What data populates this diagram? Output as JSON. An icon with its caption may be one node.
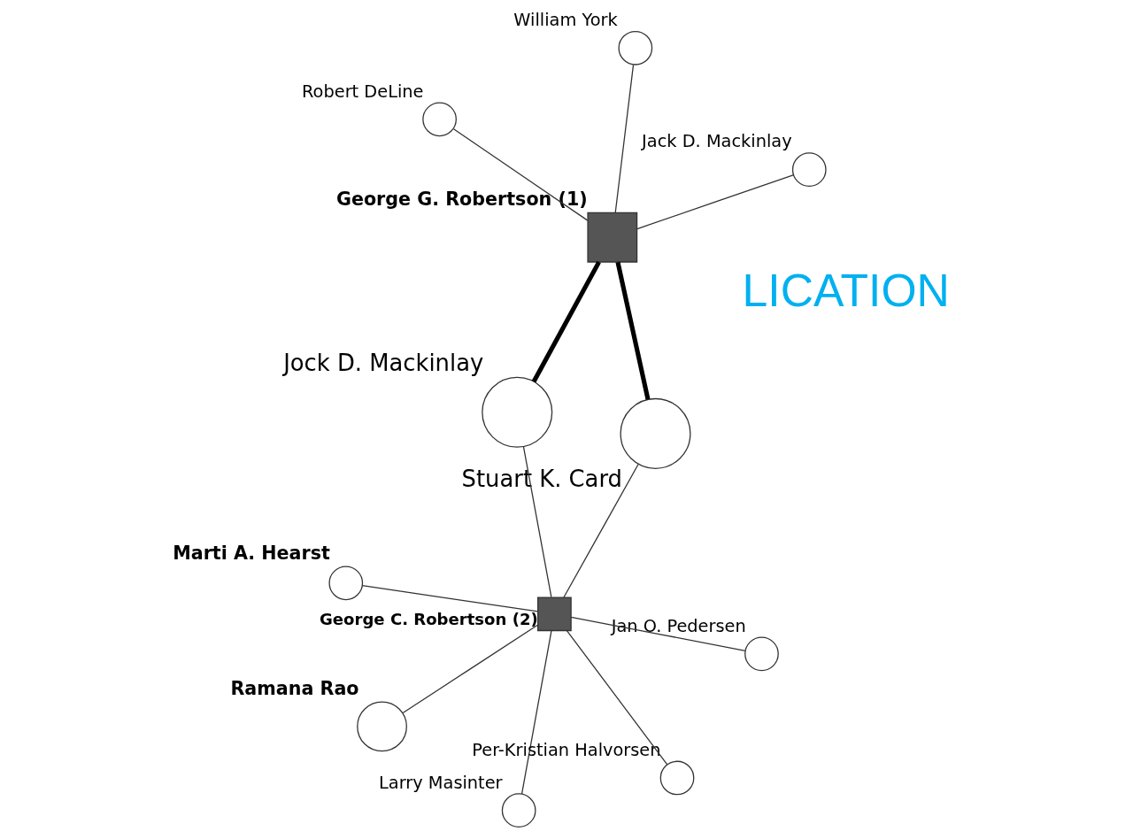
{
  "diagram": {
    "nodes": [
      {
        "text": [
          "George G. Robertson (1)"
        ]
      },
      {
        "text": [
          "Stuart K. Card"
        ]
      },
      {
        "text": [
          "Jock D. Mackinlay"
        ]
      },
      {
        "text": [
          "George C. Robertson (2)"
        ]
      },
      {
        "text": [
          "Jack D. Mackinlay"
        ]
      },
      {
        "text": [
          "Robert DeLine"
        ]
      },
      {
        "text": [
          "William York"
        ]
      },
      {
        "text": [
          "Larry Masinter"
        ]
      },
      {
        "text": [
          "Marti A. Hearst"
        ]
      },
      {
        "text": [
          "Jan O. Pedersen"
        ]
      },
      {
        "text": [
          "Per-Kristian Halvorsen"
        ]
      },
      {
        "text": [
          "Ramana Rao"
        ]
      }
    ],
    "edges": [
      {
        "from": 0,
        "to": 4,
        "arrow": "none"
      },
      {
        "from": 0,
        "to": 5,
        "arrow": "none"
      },
      {
        "from": 0,
        "to": 6,
        "arrow": "none"
      },
      {
        "from": 0,
        "to": 1,
        "arrow": "none",
        "style": "thick"
      },
      {
        "from": 0,
        "to": 2,
        "arrow": "none",
        "style": "thick"
      },
      {
        "from": 1,
        "to": 3,
        "arrow": "none"
      },
      {
        "from": 2,
        "to": 3,
        "arrow": "none"
      },
      {
        "from": 3,
        "to": 7,
        "arrow": "none"
      },
      {
        "from": 3,
        "to": 8,
        "arrow": "none"
      },
      {
        "from": 3,
        "to": 9,
        "arrow": "none"
      },
      {
        "from": 3,
        "to": 10,
        "arrow": "none"
      },
      {
        "from": 3,
        "to": 11,
        "arrow": "none"
      }
    ],
    "labels": [
      "LICATION"
    ]
  }
}
